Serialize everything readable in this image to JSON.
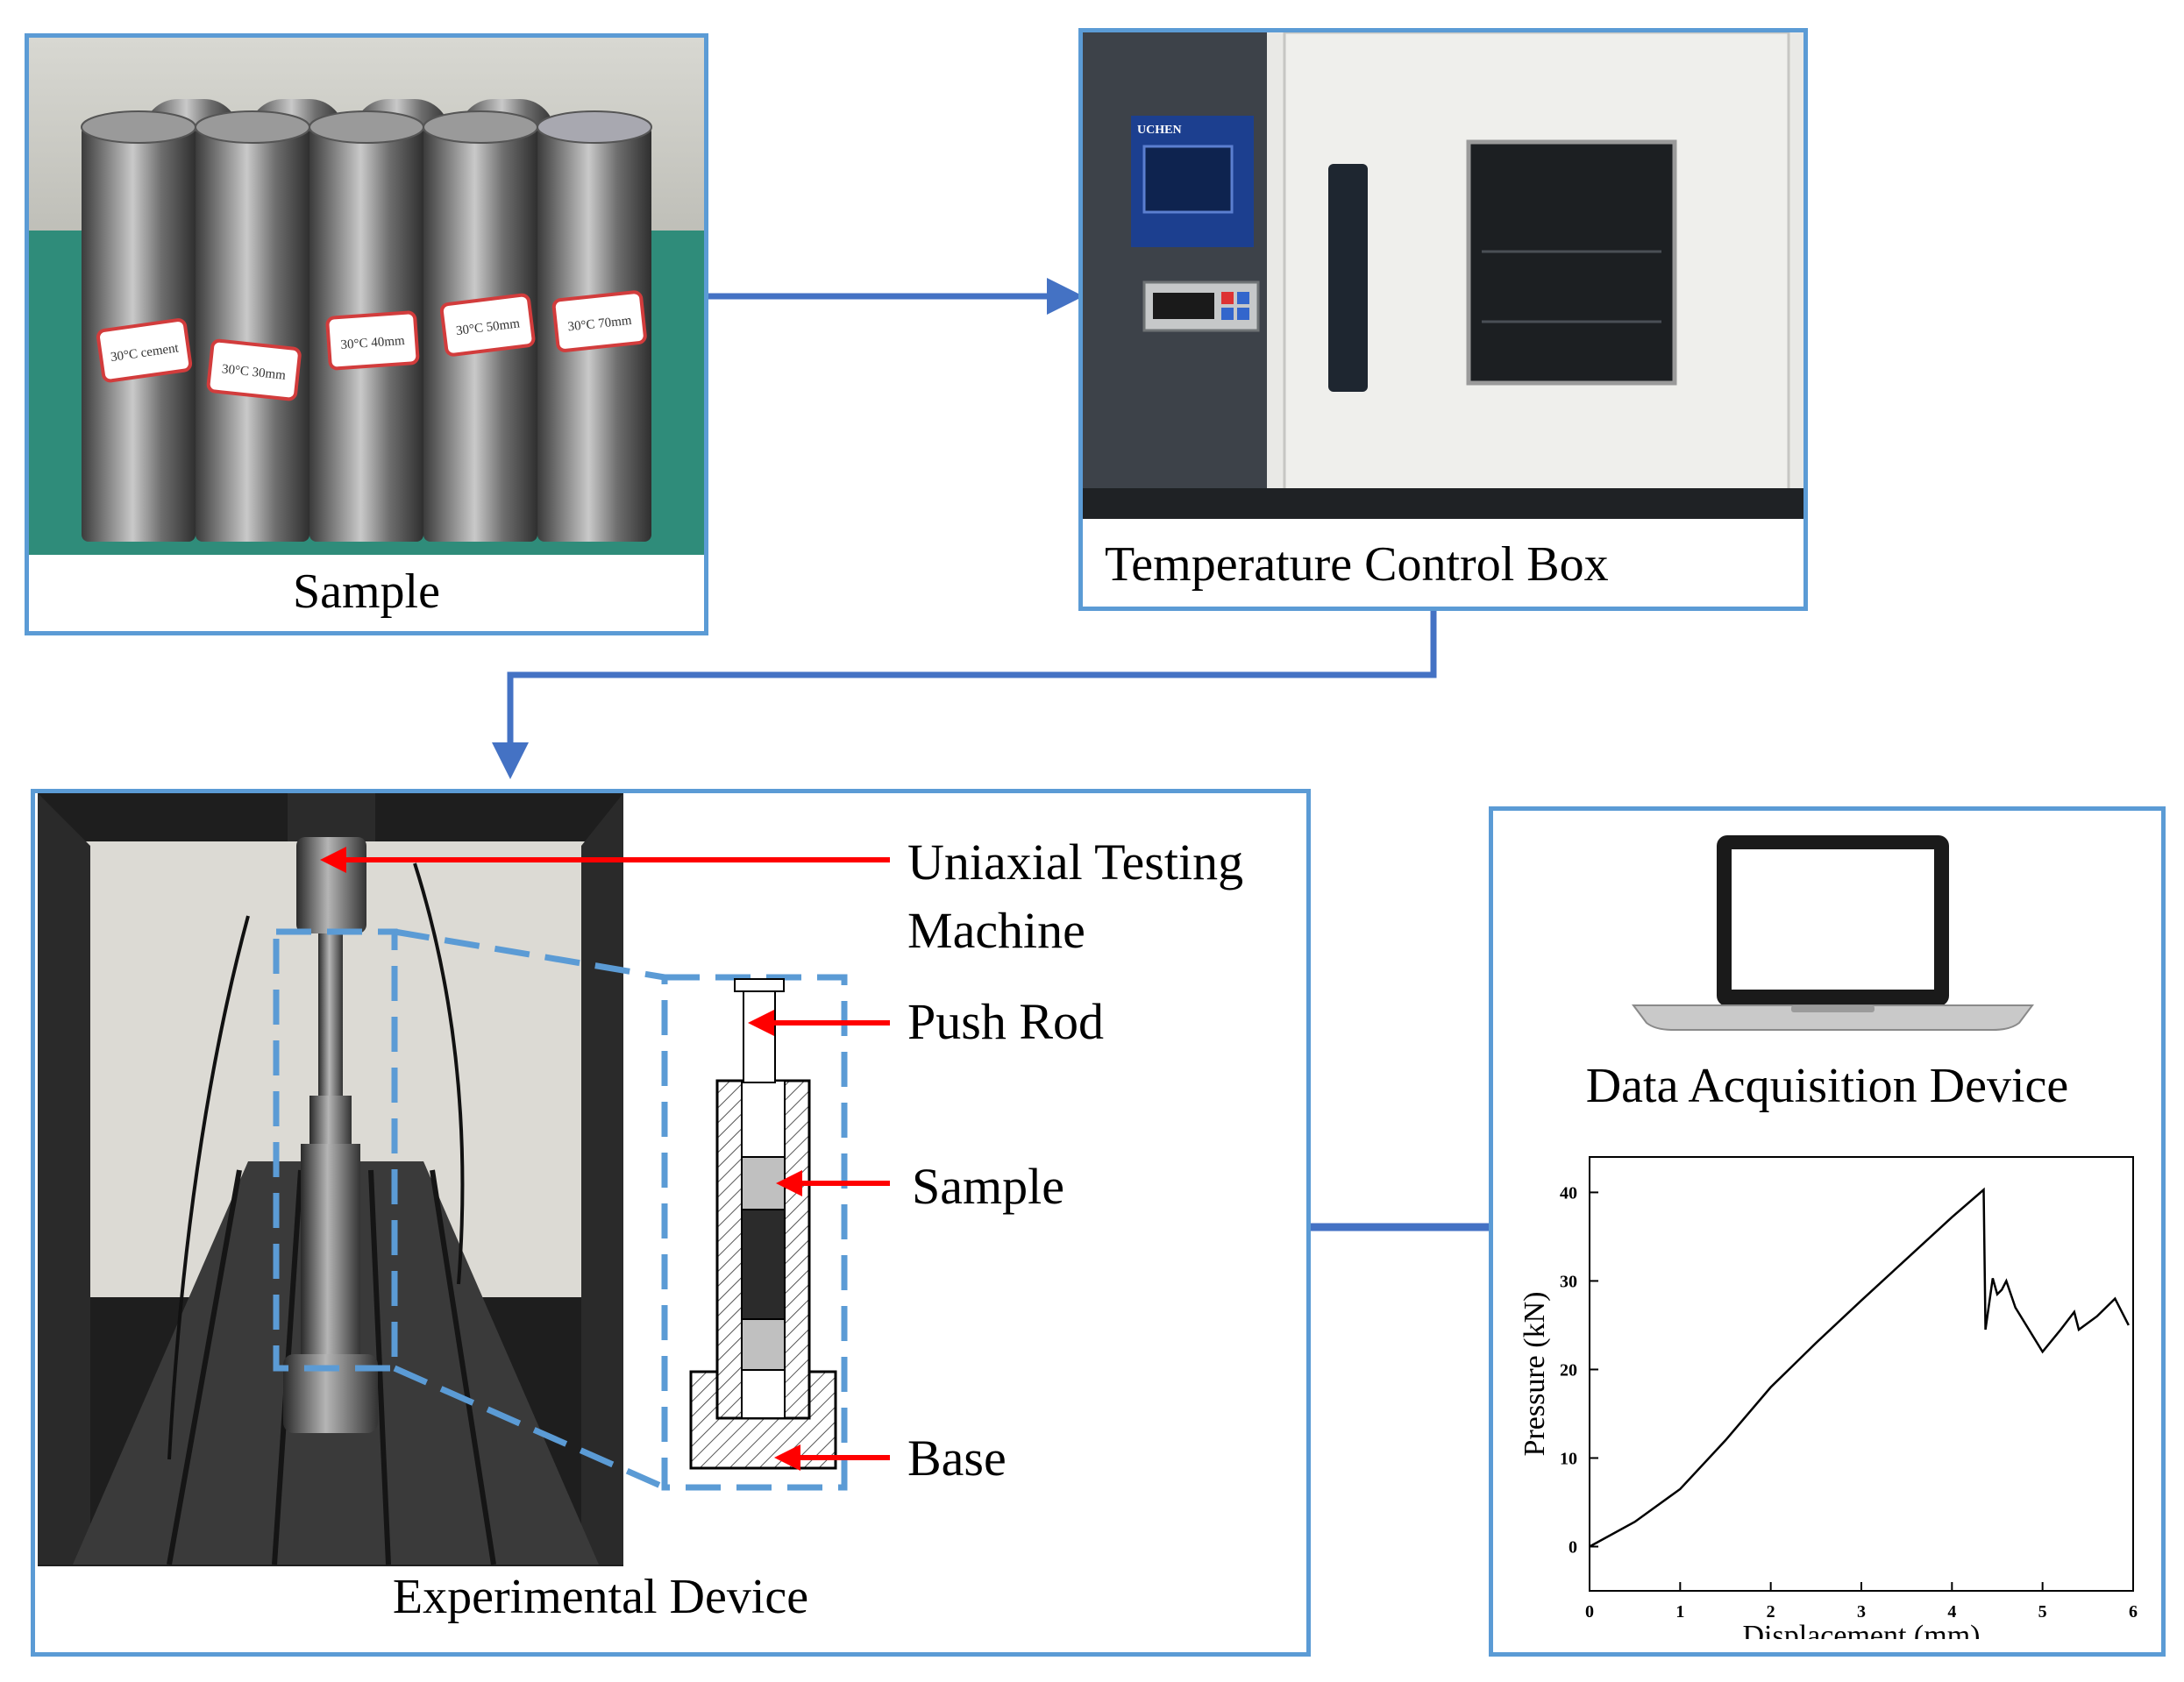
{
  "panels": {
    "sample": {
      "caption": "Sample",
      "tube_labels": [
        "30°C cement",
        "30°C 30mm",
        "30°C 40mm",
        "30°C 50mm",
        "30°C 70mm"
      ]
    },
    "temperature_box": {
      "caption": "Temperature Control Box",
      "brand": "UCHEN"
    },
    "experimental": {
      "caption": "Experimental Device",
      "labels": {
        "machine_line1": "Uniaxial Testing",
        "machine_line2": "Machine",
        "push_rod": "Push Rod",
        "sample": "Sample",
        "base": "Base"
      }
    },
    "data_acquisition": {
      "caption": "Data Acquisition Device"
    }
  },
  "colors": {
    "panel_border": "#5b9bd5",
    "connector": "#4472c4",
    "callout_arrow": "#ff0000",
    "zoom_dash": "#5b9bd5"
  },
  "chart_data": {
    "type": "line",
    "xlabel": "Displacement (mm)",
    "ylabel": "Pressure (kN)",
    "xlim": [
      0,
      6
    ],
    "ylim": [
      -5,
      44
    ],
    "xticks": [
      0,
      1,
      2,
      3,
      4,
      5,
      6
    ],
    "yticks": [
      0,
      10,
      20,
      30,
      40
    ],
    "grid": false,
    "series": [
      {
        "x": [
          0,
          0.5,
          1.0,
          1.5,
          2.0,
          2.5,
          3.0,
          3.5,
          4.0,
          4.35,
          4.37,
          4.45,
          4.5,
          4.55,
          4.6,
          4.7,
          5.0,
          5.2,
          5.35,
          5.4,
          5.6,
          5.8,
          5.95
        ],
        "y": [
          0,
          2.8,
          6.5,
          12.0,
          18.0,
          23.0,
          27.8,
          32.5,
          37.2,
          40.3,
          24.5,
          30.3,
          28.5,
          29.0,
          30.0,
          27.0,
          22.0,
          24.5,
          26.5,
          24.5,
          26.0,
          28.0,
          25.0
        ]
      }
    ]
  }
}
